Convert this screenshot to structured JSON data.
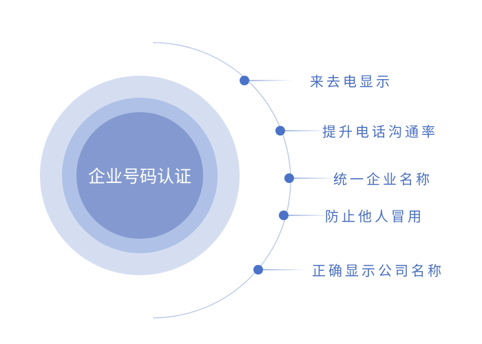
{
  "center_label": "企业号码认证",
  "benefits": [
    {
      "label": "来去电显示"
    },
    {
      "label": "提升电话沟通率"
    },
    {
      "label": "统一企业名称"
    },
    {
      "label": "防止他人冒用"
    },
    {
      "label": "正确显示公司名称"
    }
  ],
  "colors": {
    "outer": "#d5def1",
    "middle": "#afc1e6",
    "inner": "#8399cf",
    "accent": "#4a72c8"
  }
}
